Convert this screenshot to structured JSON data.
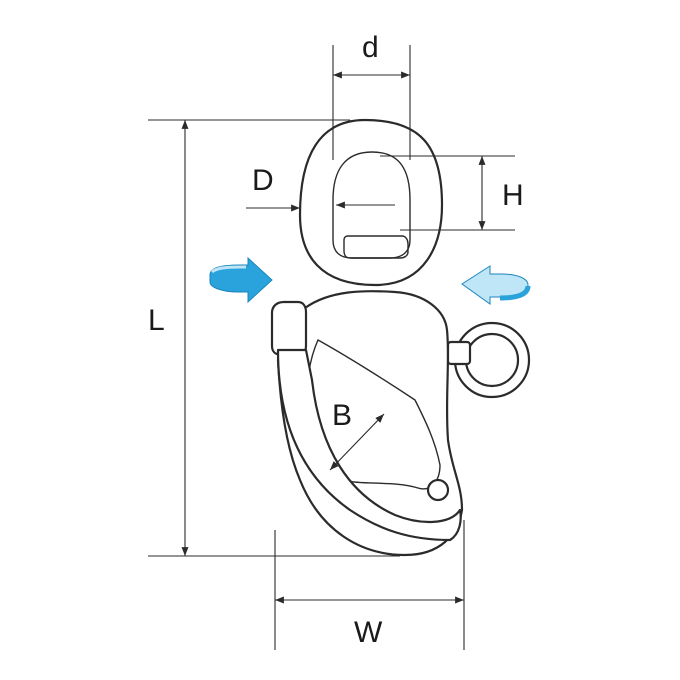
{
  "dimensions": {
    "d": "d",
    "D": "D",
    "H": "H",
    "L": "L",
    "B": "B",
    "W": "W"
  },
  "colors": {
    "line": "#2b2b2b",
    "arrow_fill": "#2aa3dd",
    "arrow_highlight": "#bfe6f7"
  },
  "icons": [
    "rotation-arrow-left-icon",
    "rotation-arrow-right-icon"
  ]
}
